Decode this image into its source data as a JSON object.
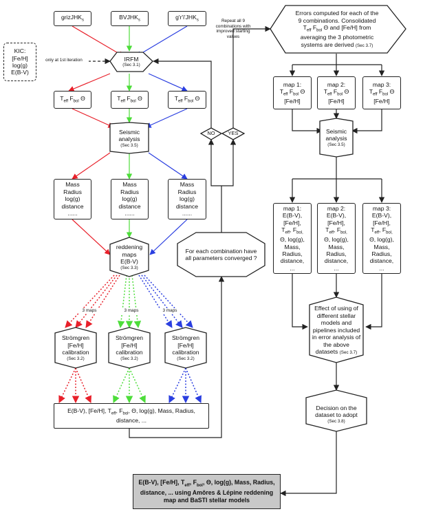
{
  "inputs": {
    "left": "grizJHK",
    "left_sub": "s",
    "mid": "BVJHK",
    "mid_sub": "s",
    "right": "g'r'i'JHK",
    "right_sub": "s"
  },
  "kic": {
    "title": "KIC:",
    "l1": "[Fe/H]",
    "l2": "log(g)",
    "l3": "E(B-V)"
  },
  "notes": {
    "first_iter": "only at 1st iteration",
    "repeat": "Repeat all 9 combinations with improved starting values",
    "three_maps": "3 maps"
  },
  "irfm": {
    "title": "IRFM",
    "ref": "(Sec 3.1)"
  },
  "teff_boxes": {
    "t": "T",
    "t_sub": "eff",
    "f": "F",
    "f_sub": "bol",
    "theta": "Θ"
  },
  "seismic": {
    "l1": "Seismic",
    "l2": "analysis",
    "ref": "(Sec 3.5)"
  },
  "mass_box": {
    "l1": "Mass",
    "l2": "Radius",
    "l3": "log(g)",
    "l4": "distance",
    "l5": "......"
  },
  "reddening": {
    "l1": "reddening",
    "l2": "maps",
    "l3": "E(B-V)",
    "ref": "(Sec 3.3)"
  },
  "stromgren": {
    "l1": "Strömgren",
    "l2": "[Fe/H]",
    "l3": "calibration",
    "ref": "(Sec 3.2)"
  },
  "collect_box": {
    "l1a": "E(B-V), [Fe/H], T",
    "l1b": "eff",
    "l1c": ", F",
    "l1d": "bol",
    "l1e": ", Θ, log(g), Mass, Radius,",
    "l2": "distance,  ..."
  },
  "converge": {
    "text": "For each combination have all parameters converged ?"
  },
  "decisions": {
    "no": "NO",
    "yes": "YES"
  },
  "errors": {
    "l1": "Errors computed for each of the",
    "l2": "9 combinations. Consolidated",
    "l3a": "T",
    "l3b": "eff",
    "l3c": " F",
    "l3d": "bol",
    "l3e": " Θ and [Fe/H] from",
    "l4": "averaging the 3 photometric",
    "l5": "systems are derived",
    "ref": "(Sec 3.7)"
  },
  "map_top": [
    {
      "title": "map 1:"
    },
    {
      "title": "map 2:"
    },
    {
      "title": "map 3:"
    }
  ],
  "map_top_feh": "[Fe/H]",
  "map_bottom": {
    "l1": "E(B-V),",
    "l2": "[Fe/H],",
    "l3a": "T",
    "l3b": "eff",
    "l3c": ", F",
    "l3d": "bol,",
    "l4": "Θ, log(g),",
    "l5": "Mass,",
    "l6": "Radius,",
    "l7": "distance,",
    "l8": "..."
  },
  "effect": {
    "l1": "Effect of using of",
    "l2": "different stellar",
    "l3": "models and",
    "l4": "pipelines included",
    "l5": "in error analysis of",
    "l6": "the above",
    "l7": "datasets",
    "ref": "(Sec 3.7)"
  },
  "decision": {
    "l1": "Decision on the",
    "l2": "dataset to adopt",
    "ref": "(Sec 3.8)"
  },
  "final": {
    "l1a": "E(B-V), [Fe/H], T",
    "l1b": "eff",
    "l1c": ", F",
    "l1d": "bol",
    "l1e": ", Θ, log(g), Mass, Radius,",
    "l2": "distance,  ... using Amôres & Lépine reddening",
    "l3": "map and BaSTI stellar models"
  },
  "colors": {
    "red": "#e8202a",
    "green": "#4ddd3a",
    "blue": "#2a3ee0",
    "black": "#222222",
    "final_fill": "#c8c8c8"
  }
}
